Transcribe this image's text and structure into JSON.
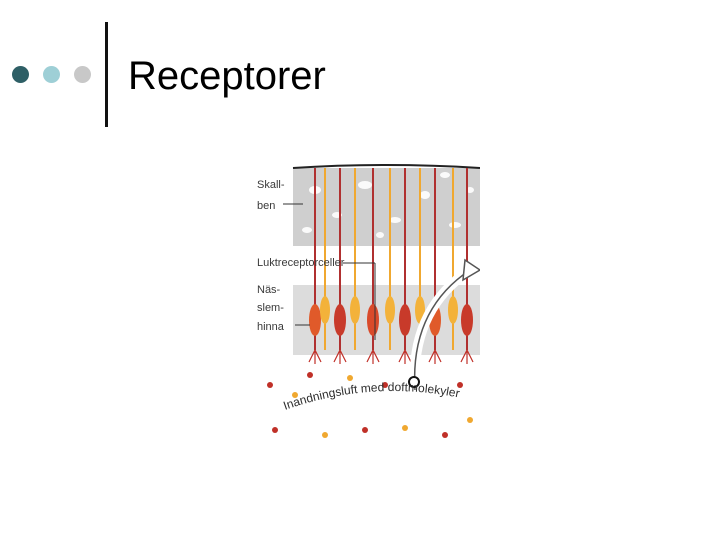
{
  "slide": {
    "title": "Receptorer",
    "bullet_colors": [
      "#2e5f66",
      "#9ecfd6",
      "#c8c8c8"
    ]
  },
  "figure": {
    "labels": {
      "skull_line1": "Skall-",
      "skull_line2": "ben",
      "receptors": "Luktreceptorceller",
      "mucosa_line1": "Näs-",
      "mucosa_line2": "slem-",
      "mucosa_line3": "hinna",
      "curve_text": "Inandningsluft med doftmolekyler"
    }
  }
}
